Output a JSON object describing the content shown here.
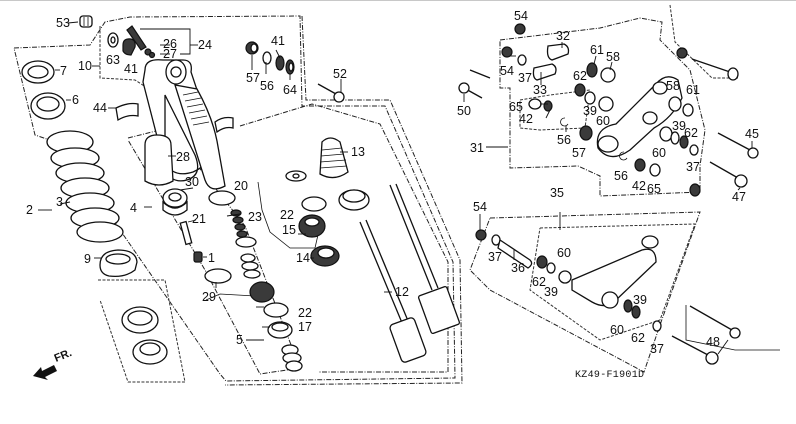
{
  "diagram": {
    "title": "Rear Cushion / Suspension Linkage Parts Diagram",
    "drawing_code": "KZ49-F1901D",
    "front_indicator": "FR.",
    "callouts": {
      "c1": "1",
      "c2": "2",
      "c3": "3",
      "c4": "4",
      "c5": "5",
      "c6": "6",
      "c7": "7",
      "c9": "9",
      "c10": "10",
      "c12": "12",
      "c13": "13",
      "c14": "14",
      "c15": "15",
      "c17": "17",
      "c20": "20",
      "c21": "21",
      "c22a": "22",
      "c22b": "22",
      "c23": "23",
      "c24": "24",
      "c26": "26",
      "c27": "27",
      "c28": "28",
      "c29": "29",
      "c30": "30",
      "c31": "31",
      "c32": "32",
      "c33": "33",
      "c35": "35",
      "c36": "36",
      "c37a": "37",
      "c37b": "37",
      "c37c": "37",
      "c37d": "37",
      "c39a": "39",
      "c39b": "39",
      "c39c": "39",
      "c39d": "39",
      "c41a": "41",
      "c41b": "41",
      "c42a": "42",
      "c42b": "42",
      "c44": "44",
      "c45": "45",
      "c47": "47",
      "c48": "48",
      "c50": "50",
      "c52": "52",
      "c53": "53",
      "c54a": "54",
      "c54b": "54",
      "c54c": "54",
      "c56a": "56",
      "c56b": "56",
      "c56c": "56",
      "c57a": "57",
      "c57b": "57",
      "c58a": "58",
      "c58b": "58",
      "c60a": "60",
      "c60b": "60",
      "c60c": "60",
      "c60d": "60",
      "c61a": "61",
      "c61b": "61",
      "c62a": "62",
      "c62b": "62",
      "c62c": "62",
      "c62d": "62",
      "c63": "63",
      "c64": "64",
      "c65a": "65",
      "c65b": "65"
    }
  }
}
